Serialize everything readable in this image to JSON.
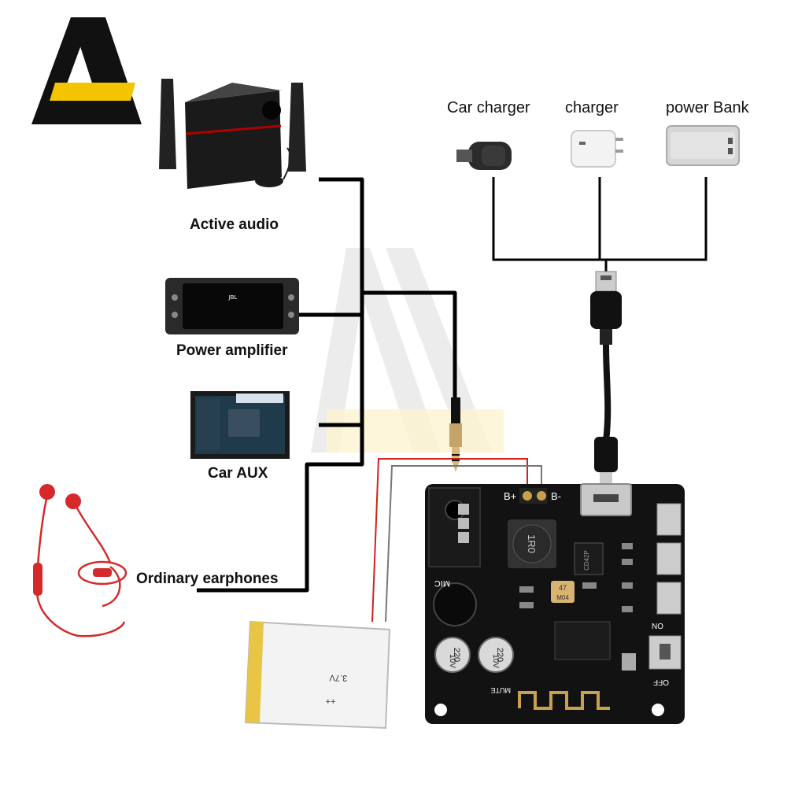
{
  "devices_left": {
    "active_audio": {
      "label": "Active audio"
    },
    "power_amplifier": {
      "label": "Power amplifier"
    },
    "car_aux": {
      "label": "Car AUX"
    },
    "ordinary_earphones": {
      "label": "Ordinary earphones"
    }
  },
  "power_sources": {
    "car_charger": {
      "label": "Car charger"
    },
    "charger": {
      "label": "charger"
    },
    "power_bank": {
      "label": "power Bank"
    }
  },
  "board": {
    "b_plus": "B+",
    "b_minus": "B-",
    "mic": "MIC",
    "mute": "MUTE",
    "on": "ON",
    "off": "OFF",
    "chip_code": "CD42P",
    "inductor_code": "1R0",
    "cap_left": "220",
    "cap_left_v": "10V",
    "cap_right": "220",
    "cap_right_v": "10V",
    "small_cap": "47",
    "small_cap_code": "M04"
  },
  "battery": {
    "print_top": "3.7V",
    "print_bottom": "++"
  },
  "colors": {
    "logo_black": "#111111",
    "logo_yellow": "#F5C400",
    "wire_black": "#000000",
    "wire_red": "#D42020",
    "wire_gray": "#777777",
    "board": "#121212",
    "earphone_red": "#D62A2A"
  }
}
